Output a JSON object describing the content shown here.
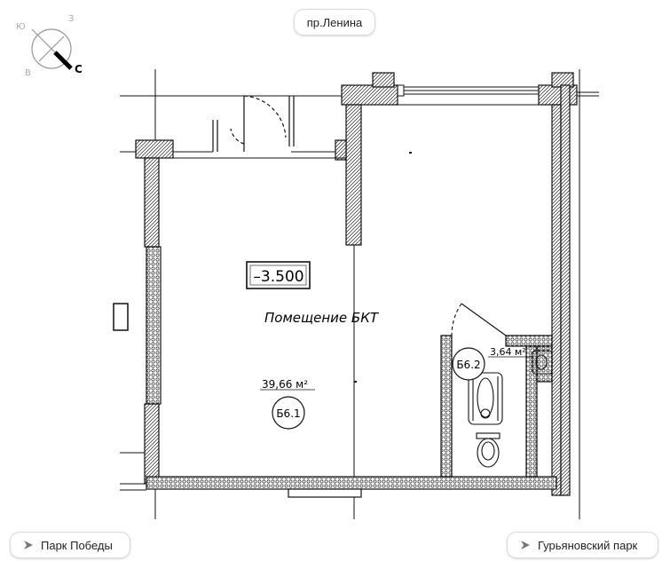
{
  "compass": {
    "north_label": "С",
    "south_label": "Ю",
    "west_label": "З",
    "east_label": "В"
  },
  "street_label": "пр.Ленина",
  "nav": {
    "left_label": "Парк Победы",
    "right_label": "Гурьяновский парк"
  },
  "plan": {
    "level_mark": "–3.500",
    "room_name": "Помещение БКТ",
    "room_area": "39,66 м²",
    "room_tag": "Б6.1",
    "wc_area": "3,64 м²",
    "wc_tag": "Б6.2"
  },
  "colors": {
    "line": "#111111",
    "hatch_fill": "#ffffff",
    "pill_border": "#d9d9d9"
  }
}
